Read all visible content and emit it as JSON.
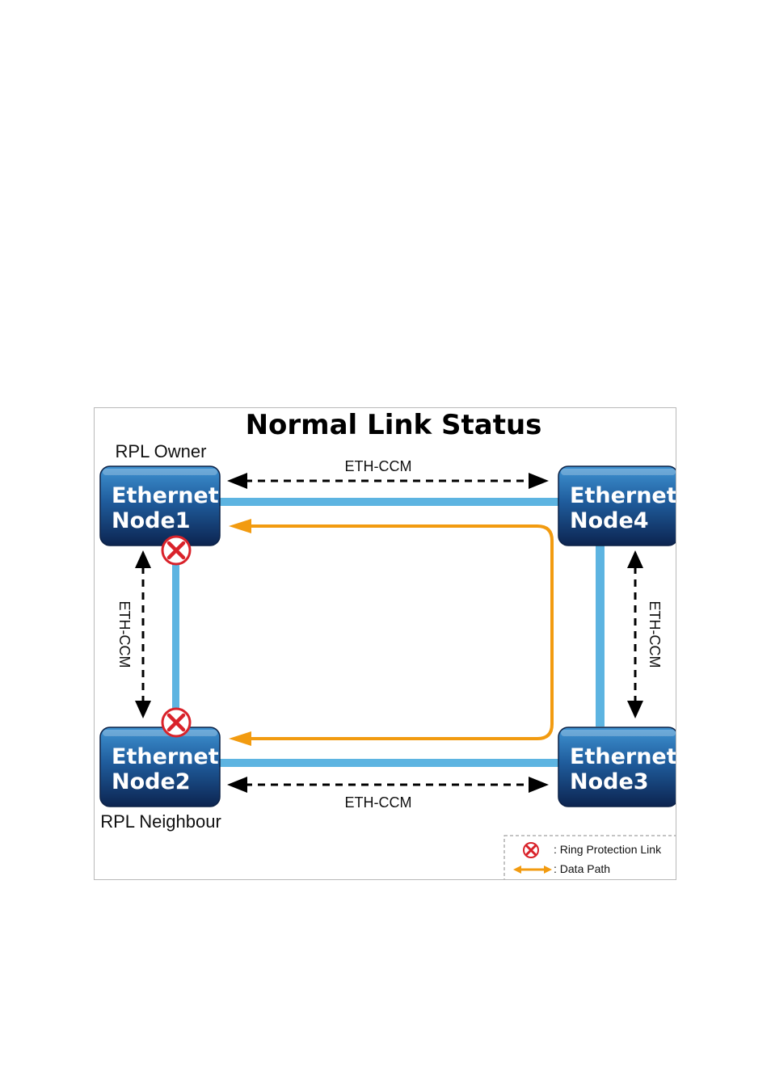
{
  "diagram": {
    "title": "Normal Link Status",
    "rpl_owner_label": "RPL Owner",
    "rpl_neighbour_label": "RPL Neighbour",
    "nodes": [
      {
        "line1": "Ethernet",
        "line2": "Node1"
      },
      {
        "line1": "Ethernet",
        "line2": "Node4"
      },
      {
        "line1": "Ethernet",
        "line2": "Node2"
      },
      {
        "line1": "Ethernet",
        "line2": "Node3"
      }
    ],
    "ccm_labels": {
      "top": "ETH-CCM",
      "bottom": "ETH-CCM",
      "left": "ETH-CCM",
      "right": "ETH-CCM"
    },
    "legend": {
      "ring_protection_link": ": Ring Protection Link",
      "data_path": ": Data Path"
    },
    "colors": {
      "node_top": "#2f7fc0",
      "node_bottom": "#0d2a55",
      "ring_link": "#5db4e1",
      "data_path": "#f29b10",
      "block_mark": "#d9222a",
      "ccm_arrow": "#000000"
    }
  }
}
